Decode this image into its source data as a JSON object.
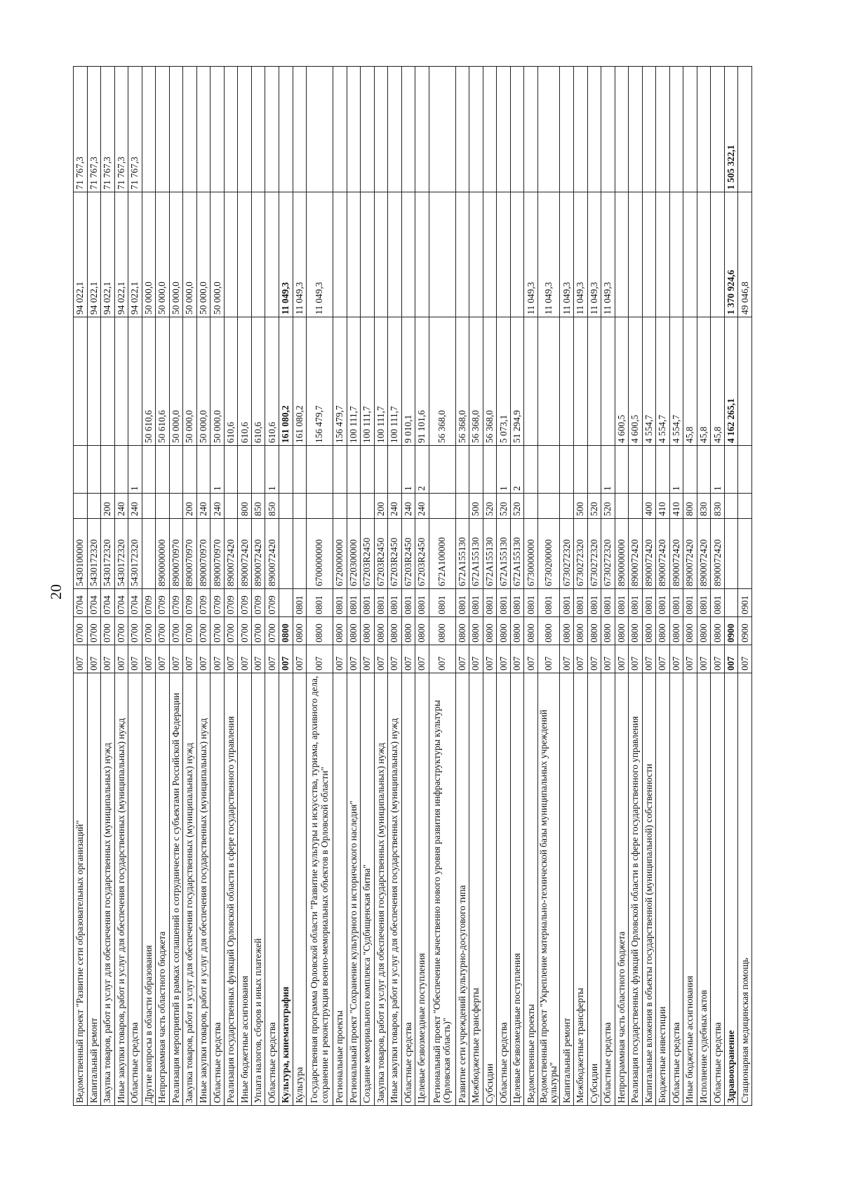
{
  "page_number": "20",
  "rows": [
    {
      "name": "Ведомственный проект \"Развитие сети образовательных организаций\"",
      "grbs": "007",
      "rz": "0700",
      "pr": "0704",
      "csr": "5430100000",
      "vr": "",
      "fund": "",
      "v1": "",
      "v2": "94 022,1",
      "v3": "71 767,3"
    },
    {
      "name": "Капитальный ремонт",
      "grbs": "007",
      "rz": "0700",
      "pr": "0704",
      "csr": "5430172320",
      "vr": "",
      "fund": "",
      "v1": "",
      "v2": "94 022,1",
      "v3": "71 767,3"
    },
    {
      "name": "Закупка товаров, работ и услуг для обеспечения государственных (муниципальных) нужд",
      "grbs": "007",
      "rz": "0700",
      "pr": "0704",
      "csr": "5430172320",
      "vr": "200",
      "fund": "",
      "v1": "",
      "v2": "94 022,1",
      "v3": "71 767,3"
    },
    {
      "name": "Иные закупки товаров, работ и услуг для обеспечения государственных (муниципальных) нужд",
      "grbs": "007",
      "rz": "0700",
      "pr": "0704",
      "csr": "5430172320",
      "vr": "240",
      "fund": "",
      "v1": "",
      "v2": "94 022,1",
      "v3": "71 767,3"
    },
    {
      "name": "Областные средства",
      "grbs": "007",
      "rz": "0700",
      "pr": "0704",
      "csr": "5430172320",
      "vr": "240",
      "fund": "1",
      "v1": "",
      "v2": "94 022,1",
      "v3": "71 767,3"
    },
    {
      "name": "Другие вопросы в области образования",
      "grbs": "007",
      "rz": "0700",
      "pr": "0709",
      "csr": "",
      "vr": "",
      "fund": "",
      "v1": "50 610,6",
      "v2": "50 000,0",
      "v3": ""
    },
    {
      "name": "Непрограммная часть областного бюджета",
      "grbs": "007",
      "rz": "0700",
      "pr": "0709",
      "csr": "8900000000",
      "vr": "",
      "fund": "",
      "v1": "50 610,6",
      "v2": "50 000,0",
      "v3": ""
    },
    {
      "name": "Реализация мероприятий в рамках соглашений о сотрудничестве с субъектами Российской Федерации",
      "grbs": "007",
      "rz": "0700",
      "pr": "0709",
      "csr": "8900070970",
      "vr": "",
      "fund": "",
      "v1": "50 000,0",
      "v2": "50 000,0",
      "v3": ""
    },
    {
      "name": "Закупка товаров, работ и услуг для обеспечения государственных (муниципальных) нужд",
      "grbs": "007",
      "rz": "0700",
      "pr": "0709",
      "csr": "8900070970",
      "vr": "200",
      "fund": "",
      "v1": "50 000,0",
      "v2": "50 000,0",
      "v3": ""
    },
    {
      "name": "Иные закупки товаров, работ и услуг для обеспечения государственных (муниципальных) нужд",
      "grbs": "007",
      "rz": "0700",
      "pr": "0709",
      "csr": "8900070970",
      "vr": "240",
      "fund": "",
      "v1": "50 000,0",
      "v2": "50 000,0",
      "v3": ""
    },
    {
      "name": "Областные средства",
      "grbs": "007",
      "rz": "0700",
      "pr": "0709",
      "csr": "8900070970",
      "vr": "240",
      "fund": "1",
      "v1": "50 000,0",
      "v2": "50 000,0",
      "v3": ""
    },
    {
      "name": "Реализация государственных функций Орловской области в сфере государственного управления",
      "grbs": "007",
      "rz": "0700",
      "pr": "0709",
      "csr": "8900072420",
      "vr": "",
      "fund": "",
      "v1": "610,6",
      "v2": "",
      "v3": ""
    },
    {
      "name": "Иные бюджетные ассигнования",
      "grbs": "007",
      "rz": "0700",
      "pr": "0709",
      "csr": "8900072420",
      "vr": "800",
      "fund": "",
      "v1": "610,6",
      "v2": "",
      "v3": ""
    },
    {
      "name": "Уплата налогов, сборов и иных платежей",
      "grbs": "007",
      "rz": "0700",
      "pr": "0709",
      "csr": "8900072420",
      "vr": "850",
      "fund": "",
      "v1": "610,6",
      "v2": "",
      "v3": ""
    },
    {
      "name": "Областные средства",
      "grbs": "007",
      "rz": "0700",
      "pr": "0709",
      "csr": "8900072420",
      "vr": "850",
      "fund": "1",
      "v1": "610,6",
      "v2": "",
      "v3": ""
    },
    {
      "name": "Культура, кинематография",
      "grbs": "007",
      "rz": "0800",
      "pr": "",
      "csr": "",
      "vr": "",
      "fund": "",
      "v1": "161 080,2",
      "v2": "11 049,3",
      "v3": "",
      "bold": true
    },
    {
      "name": "Культура",
      "grbs": "007",
      "rz": "0800",
      "pr": "0801",
      "csr": "",
      "vr": "",
      "fund": "",
      "v1": "161 080,2",
      "v2": "11 049,3",
      "v3": ""
    },
    {
      "name": "Государственная программа Орловской области \"Развитие культуры и искусства, туризма, архивного дела, сохранение и реконструкция военно-мемориальных объектов в Орловской области\"",
      "grbs": "007",
      "rz": "0800",
      "pr": "0801",
      "csr": "6700000000",
      "vr": "",
      "fund": "",
      "v1": "156 479,7",
      "v2": "11 049,3",
      "v3": "",
      "tall": true
    },
    {
      "name": "Региональные проекты",
      "grbs": "007",
      "rz": "0800",
      "pr": "0801",
      "csr": "6720000000",
      "vr": "",
      "fund": "",
      "v1": "156 479,7",
      "v2": "",
      "v3": ""
    },
    {
      "name": "Региональный проект \"Сохранение культурного и исторического наследия\"",
      "grbs": "007",
      "rz": "0800",
      "pr": "0801",
      "csr": "6720300000",
      "vr": "",
      "fund": "",
      "v1": "100 111,7",
      "v2": "",
      "v3": ""
    },
    {
      "name": "Создание мемориального комплекса \"Судбищенская битва\"",
      "grbs": "007",
      "rz": "0800",
      "pr": "0801",
      "csr": "67203R2450",
      "vr": "",
      "fund": "",
      "v1": "100 111,7",
      "v2": "",
      "v3": ""
    },
    {
      "name": "Закупка товаров, работ и услуг для обеспечения государственных (муниципальных) нужд",
      "grbs": "007",
      "rz": "0800",
      "pr": "0801",
      "csr": "67203R2450",
      "vr": "200",
      "fund": "",
      "v1": "100 111,7",
      "v2": "",
      "v3": ""
    },
    {
      "name": "Иные закупки товаров, работ и услуг для обеспечения государственных (муниципальных) нужд",
      "grbs": "007",
      "rz": "0800",
      "pr": "0801",
      "csr": "67203R2450",
      "vr": "240",
      "fund": "",
      "v1": "100 111,7",
      "v2": "",
      "v3": ""
    },
    {
      "name": "Областные средства",
      "grbs": "007",
      "rz": "0800",
      "pr": "0801",
      "csr": "67203R2450",
      "vr": "240",
      "fund": "1",
      "v1": "9 010,1",
      "v2": "",
      "v3": ""
    },
    {
      "name": "Целевые безвозмездные поступления",
      "grbs": "007",
      "rz": "0800",
      "pr": "0801",
      "csr": "67203R2450",
      "vr": "240",
      "fund": "2",
      "v1": "91 101,6",
      "v2": "",
      "v3": ""
    },
    {
      "name": "Региональный проект \"Обеспечение качественно нового уровня развития инфраструктуры культуры (Орловская область)\"",
      "grbs": "007",
      "rz": "0800",
      "pr": "0801",
      "csr": "672A100000",
      "vr": "",
      "fund": "",
      "v1": "56 368,0",
      "v2": "",
      "v3": "",
      "tall": true
    },
    {
      "name": "Развитие сети учреждений культурно-досугового типа",
      "grbs": "007",
      "rz": "0800",
      "pr": "0801",
      "csr": "672A155130",
      "vr": "",
      "fund": "",
      "v1": "56 368,0",
      "v2": "",
      "v3": ""
    },
    {
      "name": "Межбюджетные трансферты",
      "grbs": "007",
      "rz": "0800",
      "pr": "0801",
      "csr": "672A155130",
      "vr": "500",
      "fund": "",
      "v1": "56 368,0",
      "v2": "",
      "v3": ""
    },
    {
      "name": "Субсидии",
      "grbs": "007",
      "rz": "0800",
      "pr": "0801",
      "csr": "672A155130",
      "vr": "520",
      "fund": "",
      "v1": "56 368,0",
      "v2": "",
      "v3": ""
    },
    {
      "name": "Областные средства",
      "grbs": "007",
      "rz": "0800",
      "pr": "0801",
      "csr": "672A155130",
      "vr": "520",
      "fund": "1",
      "v1": "5 073,1",
      "v2": "",
      "v3": ""
    },
    {
      "name": "Целевые безвозмездные поступления",
      "grbs": "007",
      "rz": "0800",
      "pr": "0801",
      "csr": "672A155130",
      "vr": "520",
      "fund": "2",
      "v1": "51 294,9",
      "v2": "",
      "v3": ""
    },
    {
      "name": "Ведомственные проекты",
      "grbs": "007",
      "rz": "0800",
      "pr": "0801",
      "csr": "6730000000",
      "vr": "",
      "fund": "",
      "v1": "",
      "v2": "11 049,3",
      "v3": ""
    },
    {
      "name": "Ведомственный проект \"Укрепление материально-технической базы муниципальных учреждений культуры\"",
      "grbs": "007",
      "rz": "0800",
      "pr": "0801",
      "csr": "6730200000",
      "vr": "",
      "fund": "",
      "v1": "",
      "v2": "11 049,3",
      "v3": ""
    },
    {
      "name": "Капитальный ремонт",
      "grbs": "007",
      "rz": "0800",
      "pr": "0801",
      "csr": "6730272320",
      "vr": "",
      "fund": "",
      "v1": "",
      "v2": "11 049,3",
      "v3": ""
    },
    {
      "name": "Межбюджетные трансферты",
      "grbs": "007",
      "rz": "0800",
      "pr": "0801",
      "csr": "6730272320",
      "vr": "500",
      "fund": "",
      "v1": "",
      "v2": "11 049,3",
      "v3": ""
    },
    {
      "name": "Субсидии",
      "grbs": "007",
      "rz": "0800",
      "pr": "0801",
      "csr": "6730272320",
      "vr": "520",
      "fund": "",
      "v1": "",
      "v2": "11 049,3",
      "v3": ""
    },
    {
      "name": "Областные средства",
      "grbs": "007",
      "rz": "0800",
      "pr": "0801",
      "csr": "6730272320",
      "vr": "520",
      "fund": "1",
      "v1": "",
      "v2": "11 049,3",
      "v3": ""
    },
    {
      "name": "Непрограммная часть областного бюджета",
      "grbs": "007",
      "rz": "0800",
      "pr": "0801",
      "csr": "8900000000",
      "vr": "",
      "fund": "",
      "v1": "4 600,5",
      "v2": "",
      "v3": ""
    },
    {
      "name": "Реализация государственных функций Орловской области в сфере государственного управления",
      "grbs": "007",
      "rz": "0800",
      "pr": "0801",
      "csr": "8900072420",
      "vr": "",
      "fund": "",
      "v1": "4 600,5",
      "v2": "",
      "v3": ""
    },
    {
      "name": "Капитальные вложения в объекты государственной (муниципальной) собственности",
      "grbs": "007",
      "rz": "0800",
      "pr": "0801",
      "csr": "8900072420",
      "vr": "400",
      "fund": "",
      "v1": "4 554,7",
      "v2": "",
      "v3": ""
    },
    {
      "name": "Бюджетные инвестиции",
      "grbs": "007",
      "rz": "0800",
      "pr": "0801",
      "csr": "8900072420",
      "vr": "410",
      "fund": "",
      "v1": "4 554,7",
      "v2": "",
      "v3": ""
    },
    {
      "name": "Областные средства",
      "grbs": "007",
      "rz": "0800",
      "pr": "0801",
      "csr": "8900072420",
      "vr": "410",
      "fund": "1",
      "v1": "4 554,7",
      "v2": "",
      "v3": ""
    },
    {
      "name": "Иные бюджетные ассигнования",
      "grbs": "007",
      "rz": "0800",
      "pr": "0801",
      "csr": "8900072420",
      "vr": "800",
      "fund": "",
      "v1": "45,8",
      "v2": "",
      "v3": ""
    },
    {
      "name": "Исполнение судебных актов",
      "grbs": "007",
      "rz": "0800",
      "pr": "0801",
      "csr": "8900072420",
      "vr": "830",
      "fund": "",
      "v1": "45,8",
      "v2": "",
      "v3": ""
    },
    {
      "name": "Областные средства",
      "grbs": "007",
      "rz": "0800",
      "pr": "0801",
      "csr": "8900072420",
      "vr": "830",
      "fund": "1",
      "v1": "45,8",
      "v2": "",
      "v3": ""
    },
    {
      "name": "Здравоохранение",
      "grbs": "007",
      "rz": "0900",
      "pr": "",
      "csr": "",
      "vr": "",
      "fund": "",
      "v1": "4 162 265,1",
      "v2": "1 370 924,6",
      "v3": "1 505 322,1",
      "bold": true
    },
    {
      "name": "Стационарная медицинская помощь",
      "grbs": "007",
      "rz": "0900",
      "pr": "0901",
      "csr": "",
      "vr": "",
      "fund": "",
      "v1": "",
      "v2": "49 046,8",
      "v3": ""
    }
  ]
}
